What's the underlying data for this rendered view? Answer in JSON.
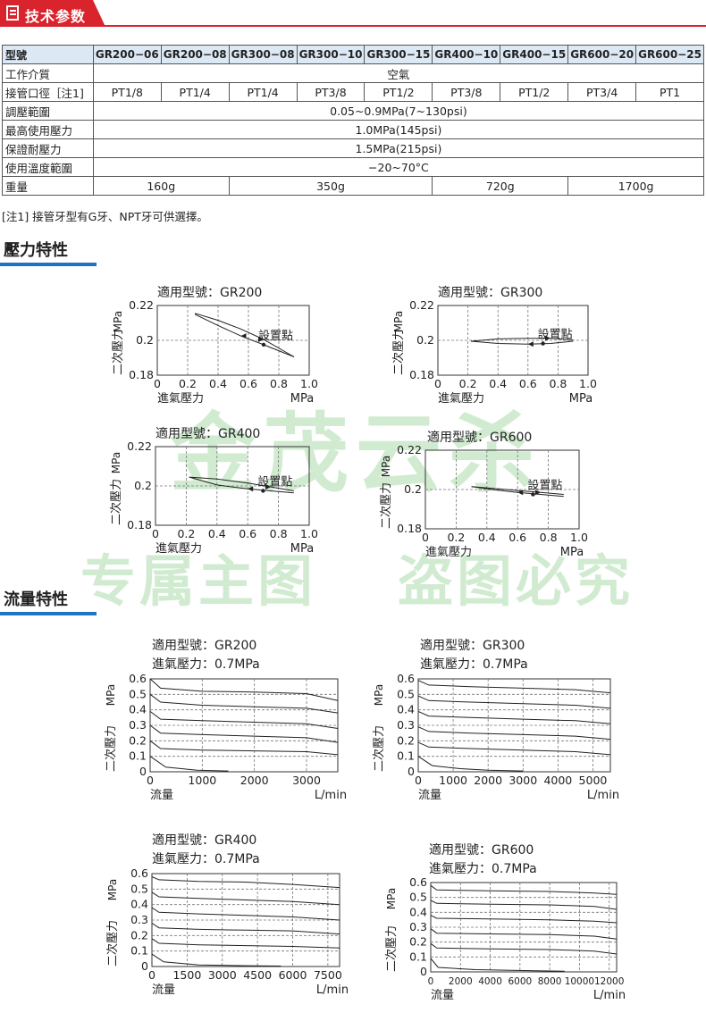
{
  "header": {
    "title": "技术参数"
  },
  "spec_table": {
    "model_label": "型號",
    "models": [
      "GR200−06",
      "GR200−08",
      "GR300−08",
      "GR300−10",
      "GR300−15",
      "GR400−10",
      "GR400−15",
      "GR600−20",
      "GR600−25"
    ],
    "medium_label": "工作介質",
    "medium_value": "空氣",
    "port_label": "接管口徑［注1]",
    "ports": [
      "PT1/8",
      "PT1/4",
      "PT1/4",
      "PT3/8",
      "PT1/2",
      "PT3/8",
      "PT1/2",
      "PT3/4",
      "PT1"
    ],
    "range_label": "調壓範圍",
    "range_value": "0.05~0.9MPa(7~130psi)",
    "maxp_label": "最高使用壓力",
    "maxp_value": "1.0MPa(145psi)",
    "proof_label": "保證耐壓力",
    "proof_value": "1.5MPa(215psi)",
    "temp_label": "使用溫度範圍",
    "temp_value": "−20~70°C",
    "weight_label": "重量",
    "weights": [
      "160g",
      "350g",
      "720g",
      "1700g"
    ],
    "note": "[注1] 接管牙型有G牙、NPT牙可供選擇。"
  },
  "sections": {
    "pressure": "壓力特性",
    "flow": "流量特性"
  },
  "watermark": {
    "line1": "金茂云杀",
    "line2": "专属主图",
    "line3": "盗图必究"
  },
  "chart_data": [
    {
      "type": "line",
      "title": "適用型號：GR200",
      "xlabel": "進氣壓力",
      "xunit": "MPa",
      "ylabel": "二次壓力",
      "yunit": "MPa",
      "annotation": "設置點",
      "xlim": [
        0,
        1.0
      ],
      "ylim": [
        0.18,
        0.22
      ],
      "xticks": [
        "0",
        "0.2",
        "0.4",
        "0.6",
        "0.8",
        "1.0"
      ],
      "yticks": [
        "0.18",
        "0.2",
        "0.22"
      ],
      "series": [
        {
          "x": [
            0.25,
            0.4,
            0.55,
            0.7,
            0.9
          ],
          "y": [
            0.2155,
            0.2115,
            0.2065,
            0.2005,
            0.1905
          ]
        },
        {
          "x": [
            0.25,
            0.4,
            0.55,
            0.7,
            0.9
          ],
          "y": [
            0.2148,
            0.2085,
            0.2025,
            0.1975,
            0.1905
          ]
        }
      ]
    },
    {
      "type": "line",
      "title": "適用型號：GR300",
      "xlabel": "進氣壓力",
      "xunit": "MPa",
      "ylabel": "二次壓力",
      "yunit": "MPa",
      "annotation": "設置點",
      "xlim": [
        0,
        1.0
      ],
      "ylim": [
        0.18,
        0.22
      ],
      "xticks": [
        "0",
        "0.2",
        "0.4",
        "0.6",
        "0.8",
        "1.0"
      ],
      "yticks": [
        "0.18",
        "0.2",
        "0.22"
      ],
      "series": [
        {
          "x": [
            0.22,
            0.4,
            0.6,
            0.75,
            0.9
          ],
          "y": [
            0.1995,
            0.2008,
            0.2012,
            0.2012,
            0.2002
          ]
        },
        {
          "x": [
            0.22,
            0.4,
            0.6,
            0.75,
            0.9
          ],
          "y": [
            0.1995,
            0.1982,
            0.1978,
            0.1982,
            0.1995
          ]
        }
      ]
    },
    {
      "type": "line",
      "title": "適用型號：GR400",
      "xlabel": "進氣壓力",
      "xunit": "MPa",
      "ylabel": "二次壓力",
      "yunit": "MPa",
      "annotation": "設置點",
      "xlim": [
        0,
        1.0
      ],
      "ylim": [
        0.18,
        0.22
      ],
      "xticks": [
        "0",
        "0.2",
        "0.4",
        "0.6",
        "0.8",
        "1.0"
      ],
      "yticks": [
        "0.18",
        "0.2",
        "0.22"
      ],
      "series": [
        {
          "x": [
            0.22,
            0.4,
            0.6,
            0.75,
            0.9
          ],
          "y": [
            0.2045,
            0.2035,
            0.2015,
            0.1995,
            0.1975
          ]
        },
        {
          "x": [
            0.22,
            0.4,
            0.6,
            0.75,
            0.9
          ],
          "y": [
            0.2045,
            0.2005,
            0.1985,
            0.1975,
            0.1965
          ]
        }
      ]
    },
    {
      "type": "line",
      "title": "適用型號：GR600",
      "xlabel": "進氣壓力",
      "xunit": "MPa",
      "ylabel": "二次壓力",
      "yunit": "MPa",
      "annotation": "設置點",
      "xlim": [
        0,
        1.0
      ],
      "ylim": [
        0.18,
        0.22
      ],
      "xticks": [
        "0",
        "0.2",
        "0.4",
        "0.6",
        "0.8",
        "1.0"
      ],
      "yticks": [
        "0.18",
        "0.2",
        "0.22"
      ],
      "series": [
        {
          "x": [
            0.3,
            0.45,
            0.6,
            0.75,
            0.9
          ],
          "y": [
            0.2015,
            0.2005,
            0.1995,
            0.1985,
            0.1975
          ]
        },
        {
          "x": [
            0.3,
            0.45,
            0.6,
            0.75,
            0.9
          ],
          "y": [
            0.2015,
            0.1998,
            0.1985,
            0.1975,
            0.1965
          ]
        }
      ]
    },
    {
      "type": "line",
      "title": "適用型號：GR200",
      "subtitle": "進氣壓力：0.7MPa",
      "xlabel": "流量",
      "xunit": "L/min",
      "ylabel": "二次壓力",
      "yunit": "MPa",
      "xlim": [
        0,
        3600
      ],
      "ylim": [
        0,
        0.6
      ],
      "xticks": [
        "0",
        "1000",
        "2000",
        "3000"
      ],
      "yticks": [
        "0",
        "0.1",
        "0.2",
        "0.3",
        "0.4",
        "0.5",
        "0.6"
      ],
      "series": [
        {
          "x": [
            0,
            200,
            1000,
            2000,
            3000,
            3600
          ],
          "y": [
            0.6,
            0.54,
            0.52,
            0.515,
            0.505,
            0.46
          ]
        },
        {
          "x": [
            0,
            200,
            1000,
            2000,
            3000,
            3600
          ],
          "y": [
            0.5,
            0.45,
            0.43,
            0.42,
            0.41,
            0.38
          ]
        },
        {
          "x": [
            0,
            200,
            1000,
            2000,
            3000,
            3600
          ],
          "y": [
            0.39,
            0.34,
            0.33,
            0.32,
            0.31,
            0.28
          ]
        },
        {
          "x": [
            0,
            200,
            1000,
            2000,
            3000,
            3600
          ],
          "y": [
            0.3,
            0.25,
            0.24,
            0.23,
            0.22,
            0.19
          ]
        },
        {
          "x": [
            0,
            200,
            1000,
            2000,
            3000,
            3600
          ],
          "y": [
            0.2,
            0.15,
            0.14,
            0.135,
            0.13,
            0.11
          ]
        },
        {
          "x": [
            0,
            300,
            900,
            1500
          ],
          "y": [
            0.1,
            0.03,
            0.01,
            0.005
          ]
        }
      ]
    },
    {
      "type": "line",
      "title": "適用型號：GR300",
      "subtitle": "進氣壓力：0.7MPa",
      "xlabel": "流量",
      "xunit": "L/min",
      "ylabel": "二次壓力",
      "yunit": "MPa",
      "xlim": [
        0,
        5500
      ],
      "ylim": [
        0,
        0.6
      ],
      "xticks": [
        "0",
        "1000",
        "2000",
        "3000",
        "4000",
        "5000"
      ],
      "yticks": [
        "0",
        "0.1",
        "0.2",
        "0.3",
        "0.4",
        "0.5",
        "0.6"
      ],
      "series": [
        {
          "x": [
            0,
            300,
            1500,
            3000,
            4500,
            5500
          ],
          "y": [
            0.59,
            0.56,
            0.55,
            0.54,
            0.53,
            0.51
          ]
        },
        {
          "x": [
            0,
            300,
            1500,
            3000,
            4500,
            5500
          ],
          "y": [
            0.49,
            0.46,
            0.45,
            0.44,
            0.43,
            0.41
          ]
        },
        {
          "x": [
            0,
            300,
            1500,
            3000,
            4500,
            5500
          ],
          "y": [
            0.39,
            0.36,
            0.35,
            0.34,
            0.33,
            0.31
          ]
        },
        {
          "x": [
            0,
            300,
            1500,
            3000,
            4500,
            5500
          ],
          "y": [
            0.29,
            0.26,
            0.25,
            0.24,
            0.23,
            0.21
          ]
        },
        {
          "x": [
            0,
            300,
            1500,
            3000,
            4500,
            5500
          ],
          "y": [
            0.19,
            0.16,
            0.15,
            0.14,
            0.13,
            0.11
          ]
        },
        {
          "x": [
            0,
            400,
            1200,
            2000,
            3000
          ],
          "y": [
            0.1,
            0.04,
            0.02,
            0.01,
            0.005
          ]
        }
      ]
    },
    {
      "type": "line",
      "title": "適用型號：GR400",
      "subtitle": "進氣壓力：0.7MPa",
      "xlabel": "流量",
      "xunit": "L/min",
      "ylabel": "二次壓力",
      "yunit": "MPa",
      "xlim": [
        0,
        8000
      ],
      "ylim": [
        0,
        0.6
      ],
      "xticks": [
        "0",
        "1500",
        "3000",
        "4500",
        "6000",
        "7500"
      ],
      "yticks": [
        "0",
        "0.1",
        "0.2",
        "0.3",
        "0.4",
        "0.5",
        "0.6"
      ],
      "series": [
        {
          "x": [
            0,
            300,
            2000,
            4000,
            6000,
            8000
          ],
          "y": [
            0.58,
            0.56,
            0.55,
            0.545,
            0.53,
            0.51
          ]
        },
        {
          "x": [
            0,
            300,
            2000,
            4000,
            6000,
            8000
          ],
          "y": [
            0.48,
            0.45,
            0.44,
            0.43,
            0.42,
            0.4
          ]
        },
        {
          "x": [
            0,
            300,
            2000,
            4000,
            6000,
            8000
          ],
          "y": [
            0.38,
            0.35,
            0.34,
            0.33,
            0.32,
            0.3
          ]
        },
        {
          "x": [
            0,
            300,
            2000,
            4000,
            6000,
            8000
          ],
          "y": [
            0.28,
            0.25,
            0.24,
            0.235,
            0.23,
            0.21
          ]
        },
        {
          "x": [
            0,
            300,
            2000,
            4000,
            6000,
            8000
          ],
          "y": [
            0.18,
            0.15,
            0.14,
            0.135,
            0.13,
            0.12
          ]
        },
        {
          "x": [
            0,
            500,
            2000,
            4000,
            5500
          ],
          "y": [
            0.08,
            0.03,
            0.01,
            0.005,
            0.003
          ]
        }
      ]
    },
    {
      "type": "line",
      "title": "適用型號：GR600",
      "subtitle": "進氣壓力：0.7MPa",
      "xlabel": "流量",
      "xunit": "L/min",
      "ylabel": "二次壓力",
      "yunit": "MPa",
      "xlim": [
        0,
        12500
      ],
      "ylim": [
        0,
        0.6
      ],
      "xticks": [
        "0",
        "2000",
        "4000",
        "6000",
        "8000",
        "10000",
        "12000"
      ],
      "yticks": [
        "0",
        "0.1",
        "0.2",
        "0.3",
        "0.4",
        "0.5",
        "0.6"
      ],
      "series": [
        {
          "x": [
            0,
            400,
            4000,
            8000,
            11000,
            12500
          ],
          "y": [
            0.58,
            0.55,
            0.545,
            0.54,
            0.53,
            0.52
          ]
        },
        {
          "x": [
            0,
            400,
            4000,
            8000,
            11000,
            12500
          ],
          "y": [
            0.48,
            0.46,
            0.455,
            0.45,
            0.44,
            0.42
          ]
        },
        {
          "x": [
            0,
            400,
            4000,
            8000,
            11000,
            12500
          ],
          "y": [
            0.38,
            0.36,
            0.355,
            0.35,
            0.34,
            0.33
          ]
        },
        {
          "x": [
            0,
            400,
            4000,
            8000,
            11000,
            12500
          ],
          "y": [
            0.29,
            0.26,
            0.255,
            0.25,
            0.24,
            0.22
          ]
        },
        {
          "x": [
            0,
            400,
            4000,
            8000,
            11000,
            12500
          ],
          "y": [
            0.19,
            0.16,
            0.155,
            0.15,
            0.14,
            0.12
          ]
        },
        {
          "x": [
            0,
            500,
            3000,
            7000,
            9000
          ],
          "y": [
            0.09,
            0.03,
            0.015,
            0.008,
            0.005
          ]
        }
      ]
    }
  ]
}
